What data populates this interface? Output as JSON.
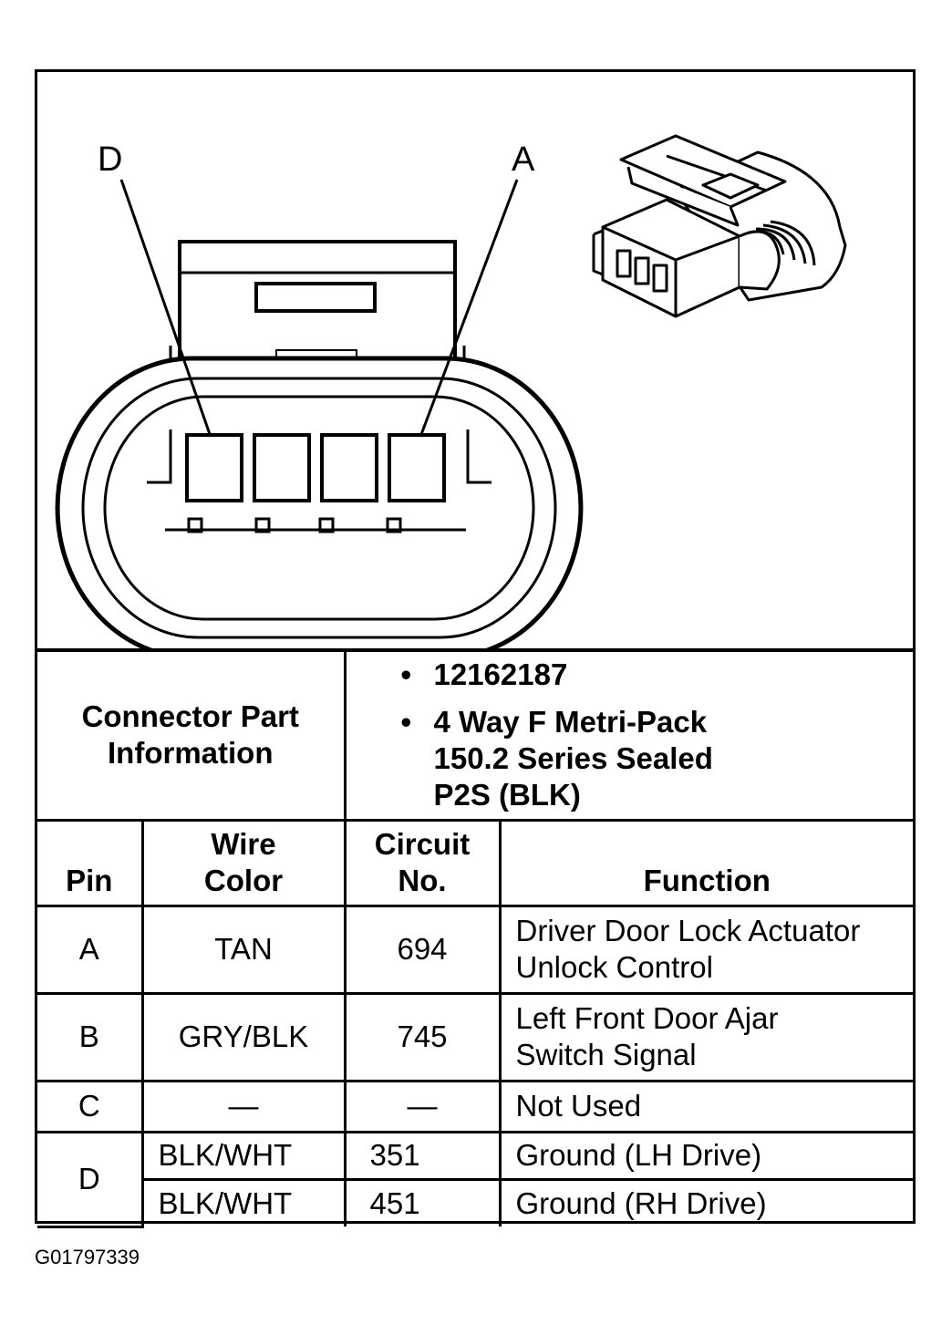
{
  "diagram": {
    "pin_labels": {
      "left": "D",
      "right": "A"
    }
  },
  "connector_info": {
    "label_line1": "Connector Part",
    "label_line2": "Information",
    "part_number": "12162187",
    "description_line1": "4 Way F Metri-Pack",
    "description_line2": "150.2 Series Sealed",
    "description_line3": "P2S (BLK)"
  },
  "table": {
    "headers": {
      "pin": "Pin",
      "wire_color_line1": "Wire",
      "wire_color_line2": "Color",
      "circuit_line1": "Circuit",
      "circuit_line2": "No.",
      "function": "Function"
    },
    "rows": [
      {
        "pin": "A",
        "wire_color": "TAN",
        "circuit": "694",
        "function_line1": "Driver Door Lock Actuator",
        "function_line2": "Unlock Control"
      },
      {
        "pin": "B",
        "wire_color": "GRY/BLK",
        "circuit": "745",
        "function_line1": "Left Front Door Ajar",
        "function_line2": "Switch Signal"
      },
      {
        "pin": "C",
        "wire_color": "—",
        "circuit": "—",
        "function_line1": "Not Used"
      },
      {
        "pin": "D",
        "sub": [
          {
            "wire_color": "BLK/WHT",
            "circuit": "351",
            "function": "Ground (LH Drive)"
          },
          {
            "wire_color": "BLK/WHT",
            "circuit": "451",
            "function": "Ground (RH Drive)"
          }
        ]
      }
    ]
  },
  "figure_id": "G01797339"
}
